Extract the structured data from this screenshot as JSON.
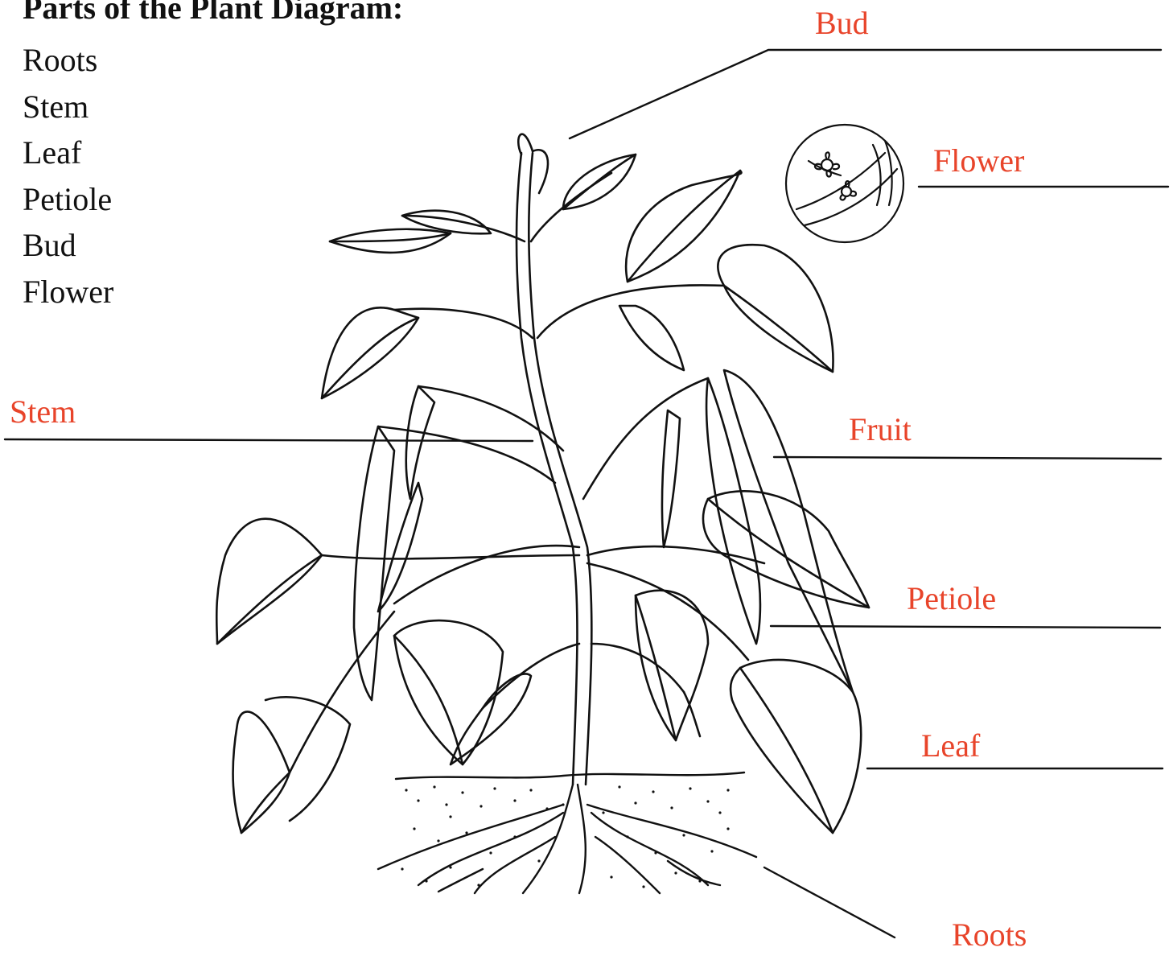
{
  "word_bank": {
    "title": "Parts of the Plant Diagram:",
    "words": [
      "Roots",
      "Stem",
      "Leaf",
      "Petiole",
      "Bud",
      "Flower"
    ]
  },
  "labels": {
    "bud": "Bud",
    "flower": "Flower",
    "stem": "Stem",
    "fruit": "Fruit",
    "petiole": "Petiole",
    "leaf": "Leaf",
    "roots": "Roots"
  },
  "colors": {
    "label_text": "#e8442a",
    "line_art": "#111111",
    "background": "#ffffff"
  }
}
